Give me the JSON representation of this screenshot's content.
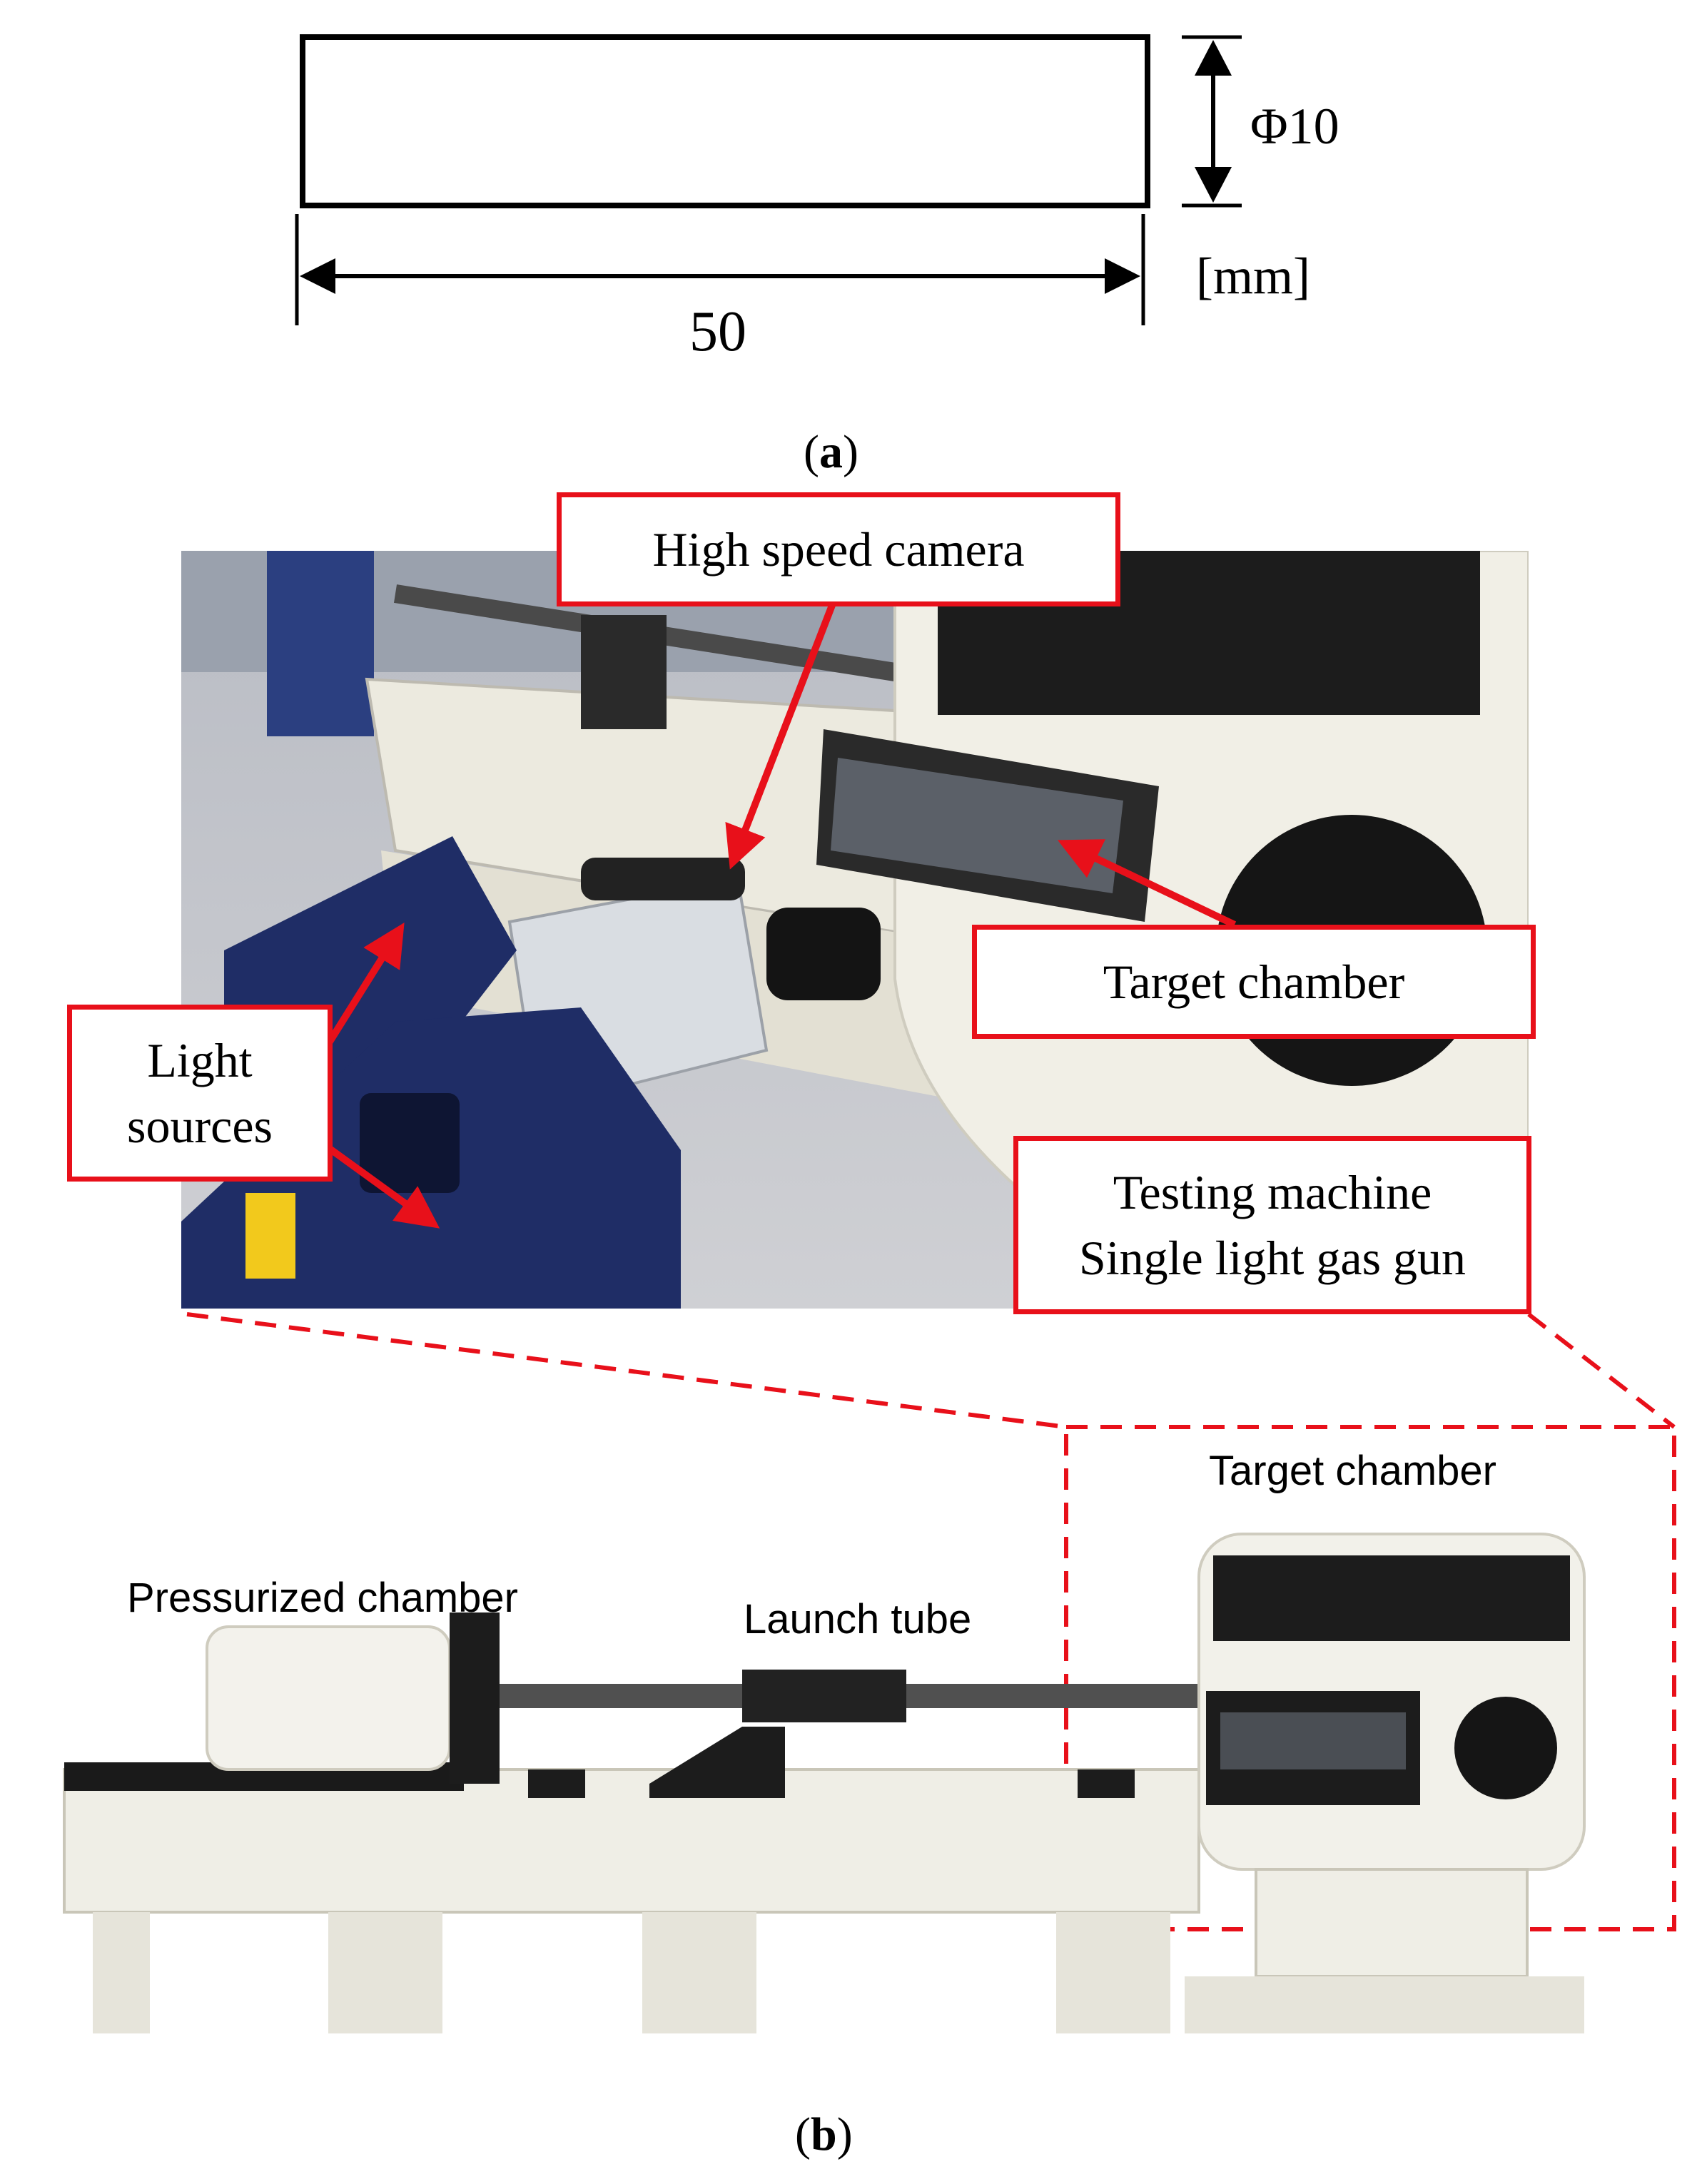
{
  "panel_a": {
    "label": "a",
    "diameter_label": "Φ10",
    "length_label": "50",
    "unit_label": "[mm]"
  },
  "panel_b": {
    "label": "b",
    "photo_callouts": {
      "camera": "High speed camera",
      "target": "Target chamber",
      "light_line1": "Light",
      "light_line2": "sources",
      "machine_line1": "Testing machine",
      "machine_line2": "Single light gas gun"
    },
    "machine_labels": {
      "target_chamber": "Target chamber",
      "pressurized_chamber": "Pressurized chamber",
      "launch_tube": "Launch tube"
    }
  },
  "colors": {
    "callout_red": "#e8101a",
    "machine_cream": "#efeee6",
    "light_source_blue": "#1f2d66"
  }
}
